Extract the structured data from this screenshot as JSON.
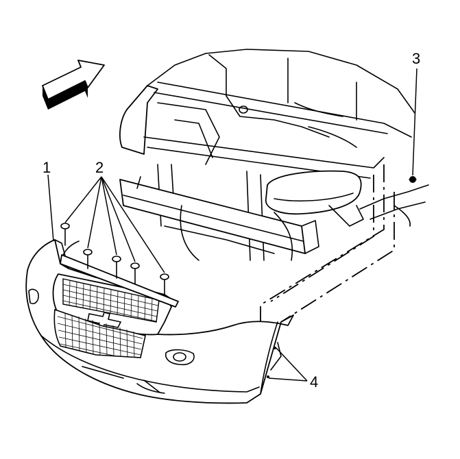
{
  "callouts": {
    "c1": "1",
    "c2": "2",
    "c3": "3",
    "c4": "4"
  },
  "icons": {
    "direction_arrow": "forward-arrow-icon"
  }
}
